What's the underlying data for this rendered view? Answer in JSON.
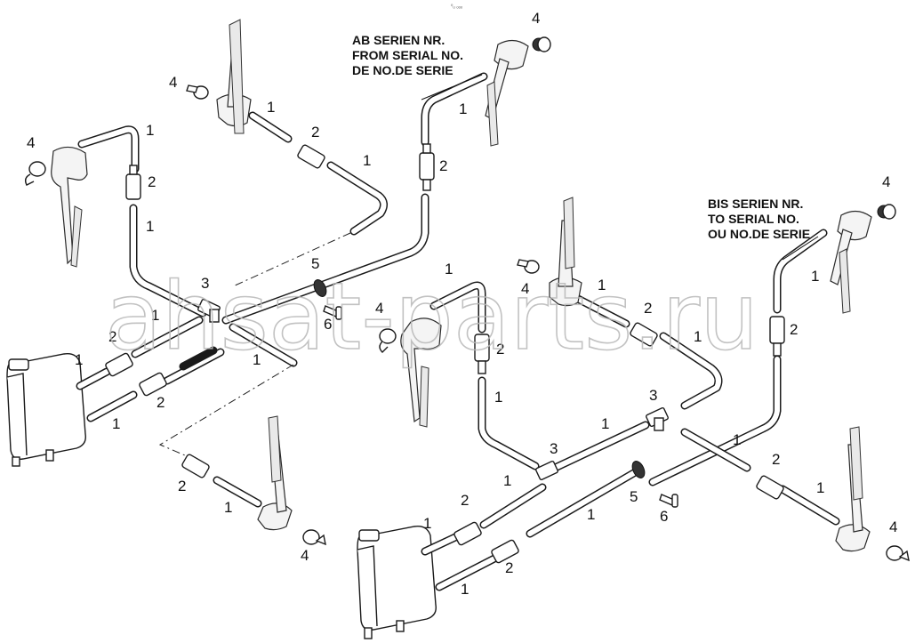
{
  "corner_mark": "⁰ᵤ ₒₒₒ",
  "notes": {
    "from_serial": [
      "AB SERIEN NR.",
      "FROM SERIAL NO.",
      "DE NO.DE SERIE"
    ],
    "to_serial": [
      "BIS SERIEN NR.",
      "TO SERIAL NO.",
      "OU NO.DE SERIE"
    ]
  },
  "watermark": "ahsat-parts.ru",
  "parts": {
    "hose": "1",
    "check_valve": "2",
    "t_connector": "3",
    "nozzle": "4",
    "clamp": "5",
    "screw": "6"
  },
  "icons": [
    "washer-reservoir-icon",
    "wiper-arm-icon",
    "washer-nozzle-icon",
    "check-valve-icon",
    "t-connector-icon",
    "hose-clamp-icon",
    "screw-icon"
  ]
}
